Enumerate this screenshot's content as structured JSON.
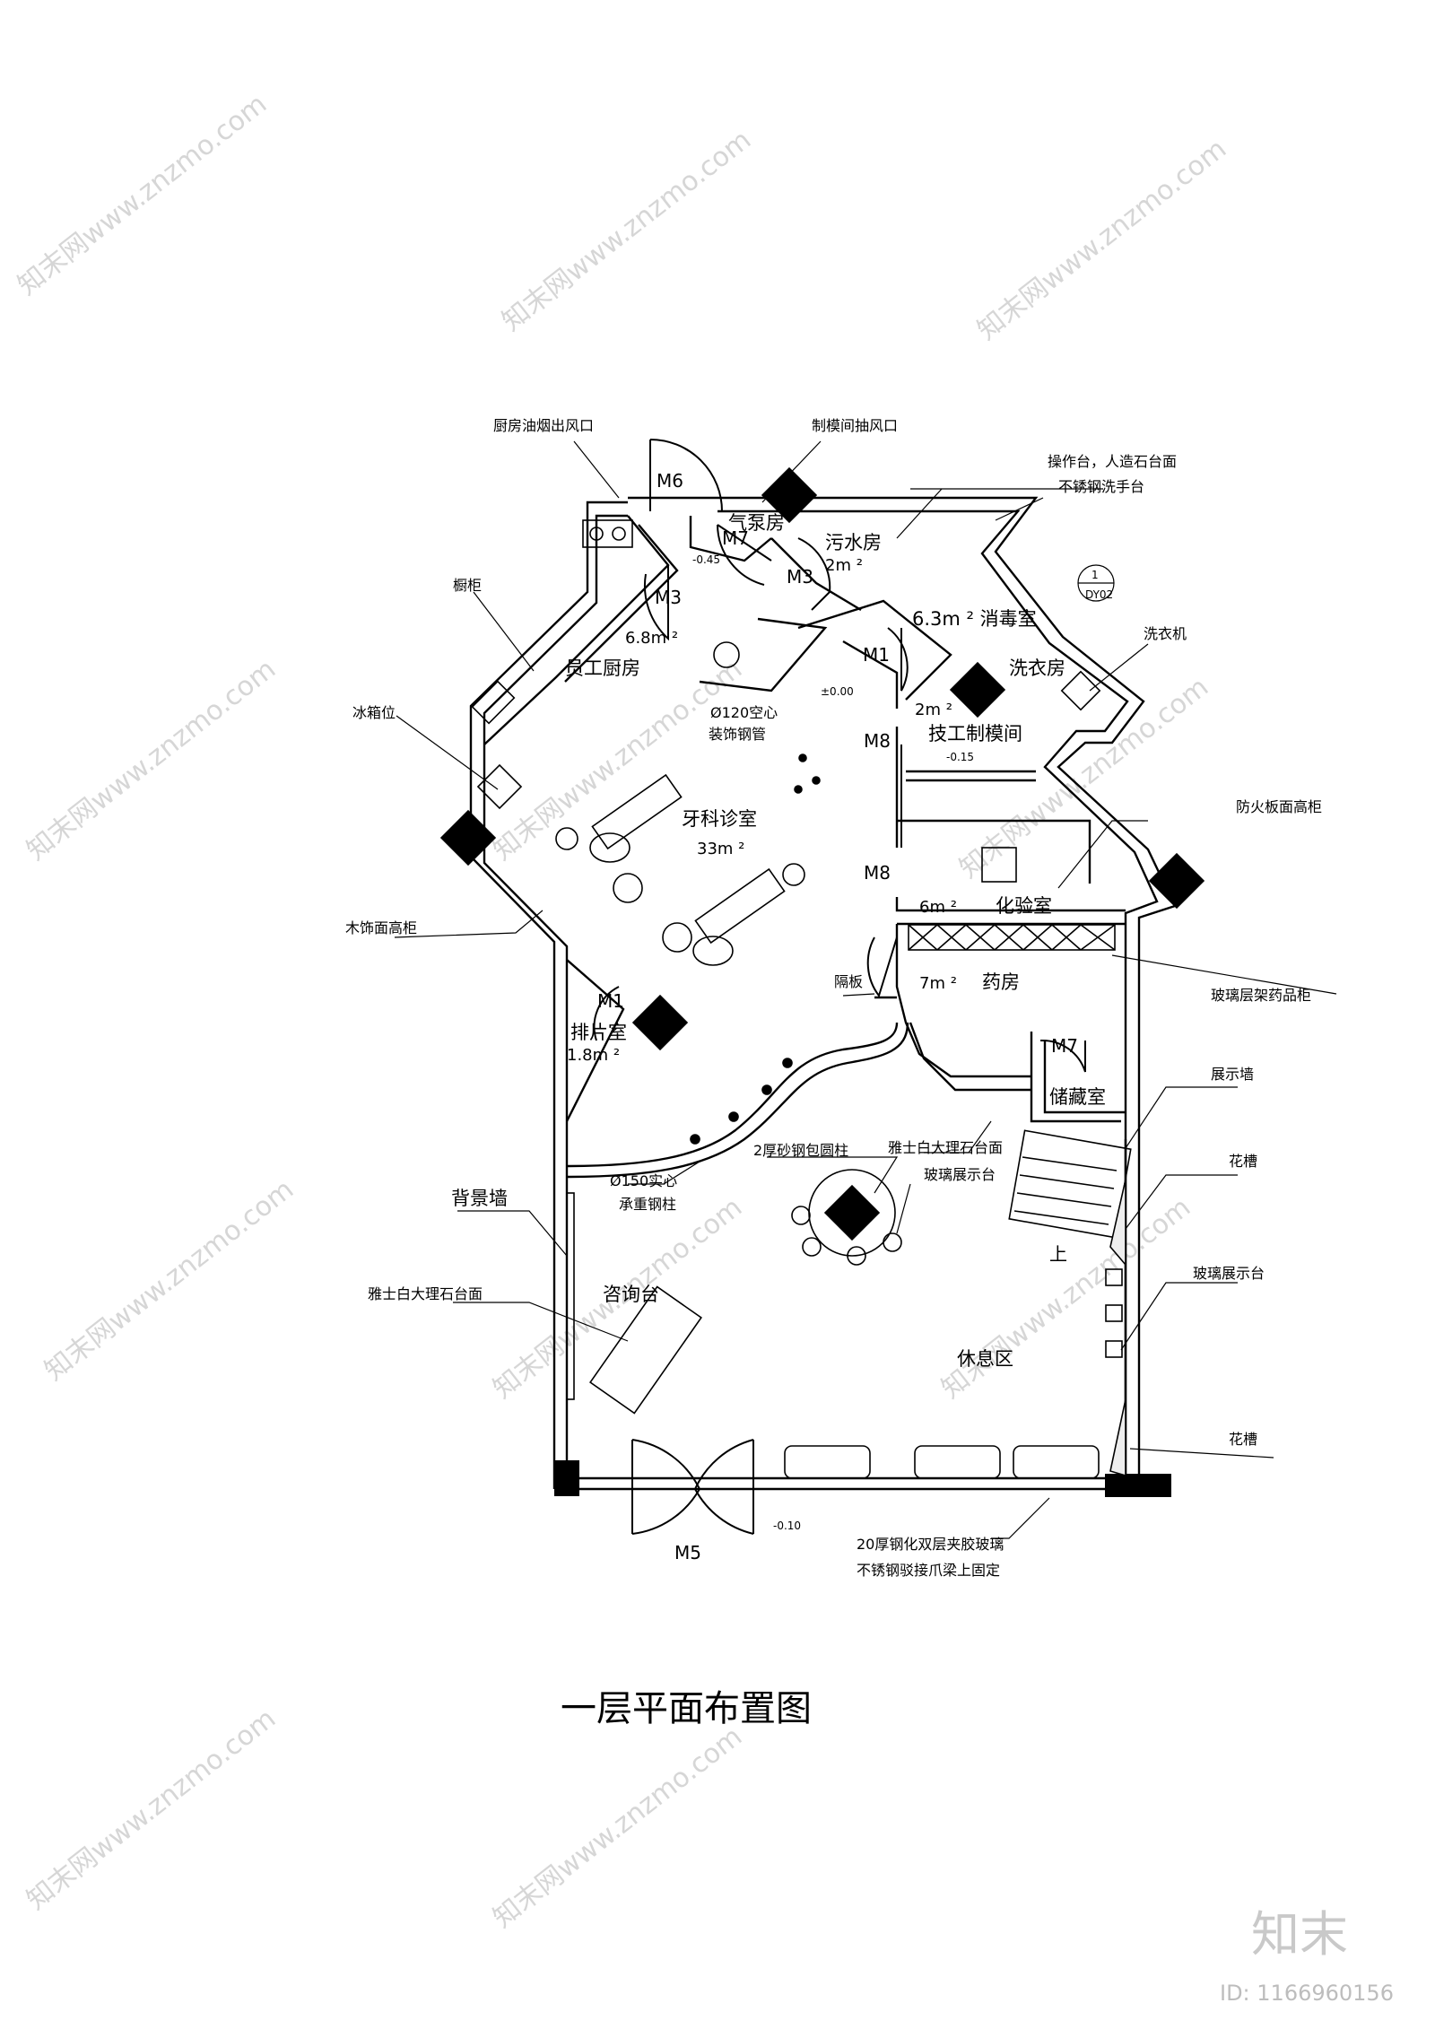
{
  "title": "一层平面布置图",
  "brand": {
    "logo_text": "知末",
    "id_text": "ID: 1166960156"
  },
  "watermark": "知末网www.znzmo.com",
  "rooms": {
    "clinic": "牙科诊室",
    "clinic_area": "33m ²",
    "kitchen": "员工厨房",
    "kitchen_area": "6.8m ²",
    "pump": "气泵房",
    "sewage": "污水房",
    "sewage_area": "2m ²",
    "disinfect": "6.3m ² 消毒室",
    "laundry": "洗衣房",
    "laundry_area": "2m ²",
    "molding": "技工制模间",
    "lab": "化验室",
    "lab_area": "6m ²",
    "pharmacy": "药房",
    "pharmacy_area": "7m ²",
    "storage": "储藏室",
    "xray": "排片室",
    "xray_area": "1.8m ²",
    "lounge": "休息区",
    "consult": "咨询台"
  },
  "doors": {
    "m6": "M6",
    "m7a": "M7",
    "m3a": "M3",
    "m3b": "M3",
    "m1a": "M1",
    "m8a": "M8",
    "m8b": "M8",
    "m1b": "M1",
    "m7b": "M7",
    "m5": "M5"
  },
  "levels": {
    "l1": "-0.45",
    "l2": "±0.00",
    "l3": "-0.15",
    "l4": "-0.10"
  },
  "stair_label": "上",
  "section_marker": {
    "num": "1",
    "code": "DY02"
  },
  "callouts": {
    "kitchen_vent": "厨房油烟出风口",
    "mold_vent": "制模间抽风口",
    "counter_1": "操作台，人造石台面",
    "counter_2": "不锈钢洗手台",
    "cabinet": "橱柜",
    "fridge": "冰箱位",
    "washer": "洗衣机",
    "fire_cabinet": "防火板面高柜",
    "wood_cabinet": "木饰面高柜",
    "glass_shelf": "玻璃层架药品柜",
    "partition": "隔板",
    "display_wall": "展示墙",
    "planter_1": "花槽",
    "glass_display_1": "玻璃展示台",
    "planter_2": "花槽",
    "marble_1": "雅士白大理石台面",
    "column_wrap": "2厚砂钢包圆柱",
    "glass_display_2": "玻璃展示台",
    "pipe_1": "Ø120空心",
    "pipe_2": "装饰钢管",
    "steel_col_1": "Ø150实心",
    "steel_col_2": "承重钢柱",
    "bg_wall": "背景墙",
    "marble_2": "雅士白大理石台面",
    "glass_1": "20厚钢化双层夹胶玻璃",
    "glass_2": "不锈钢驳接爪梁上固定"
  }
}
